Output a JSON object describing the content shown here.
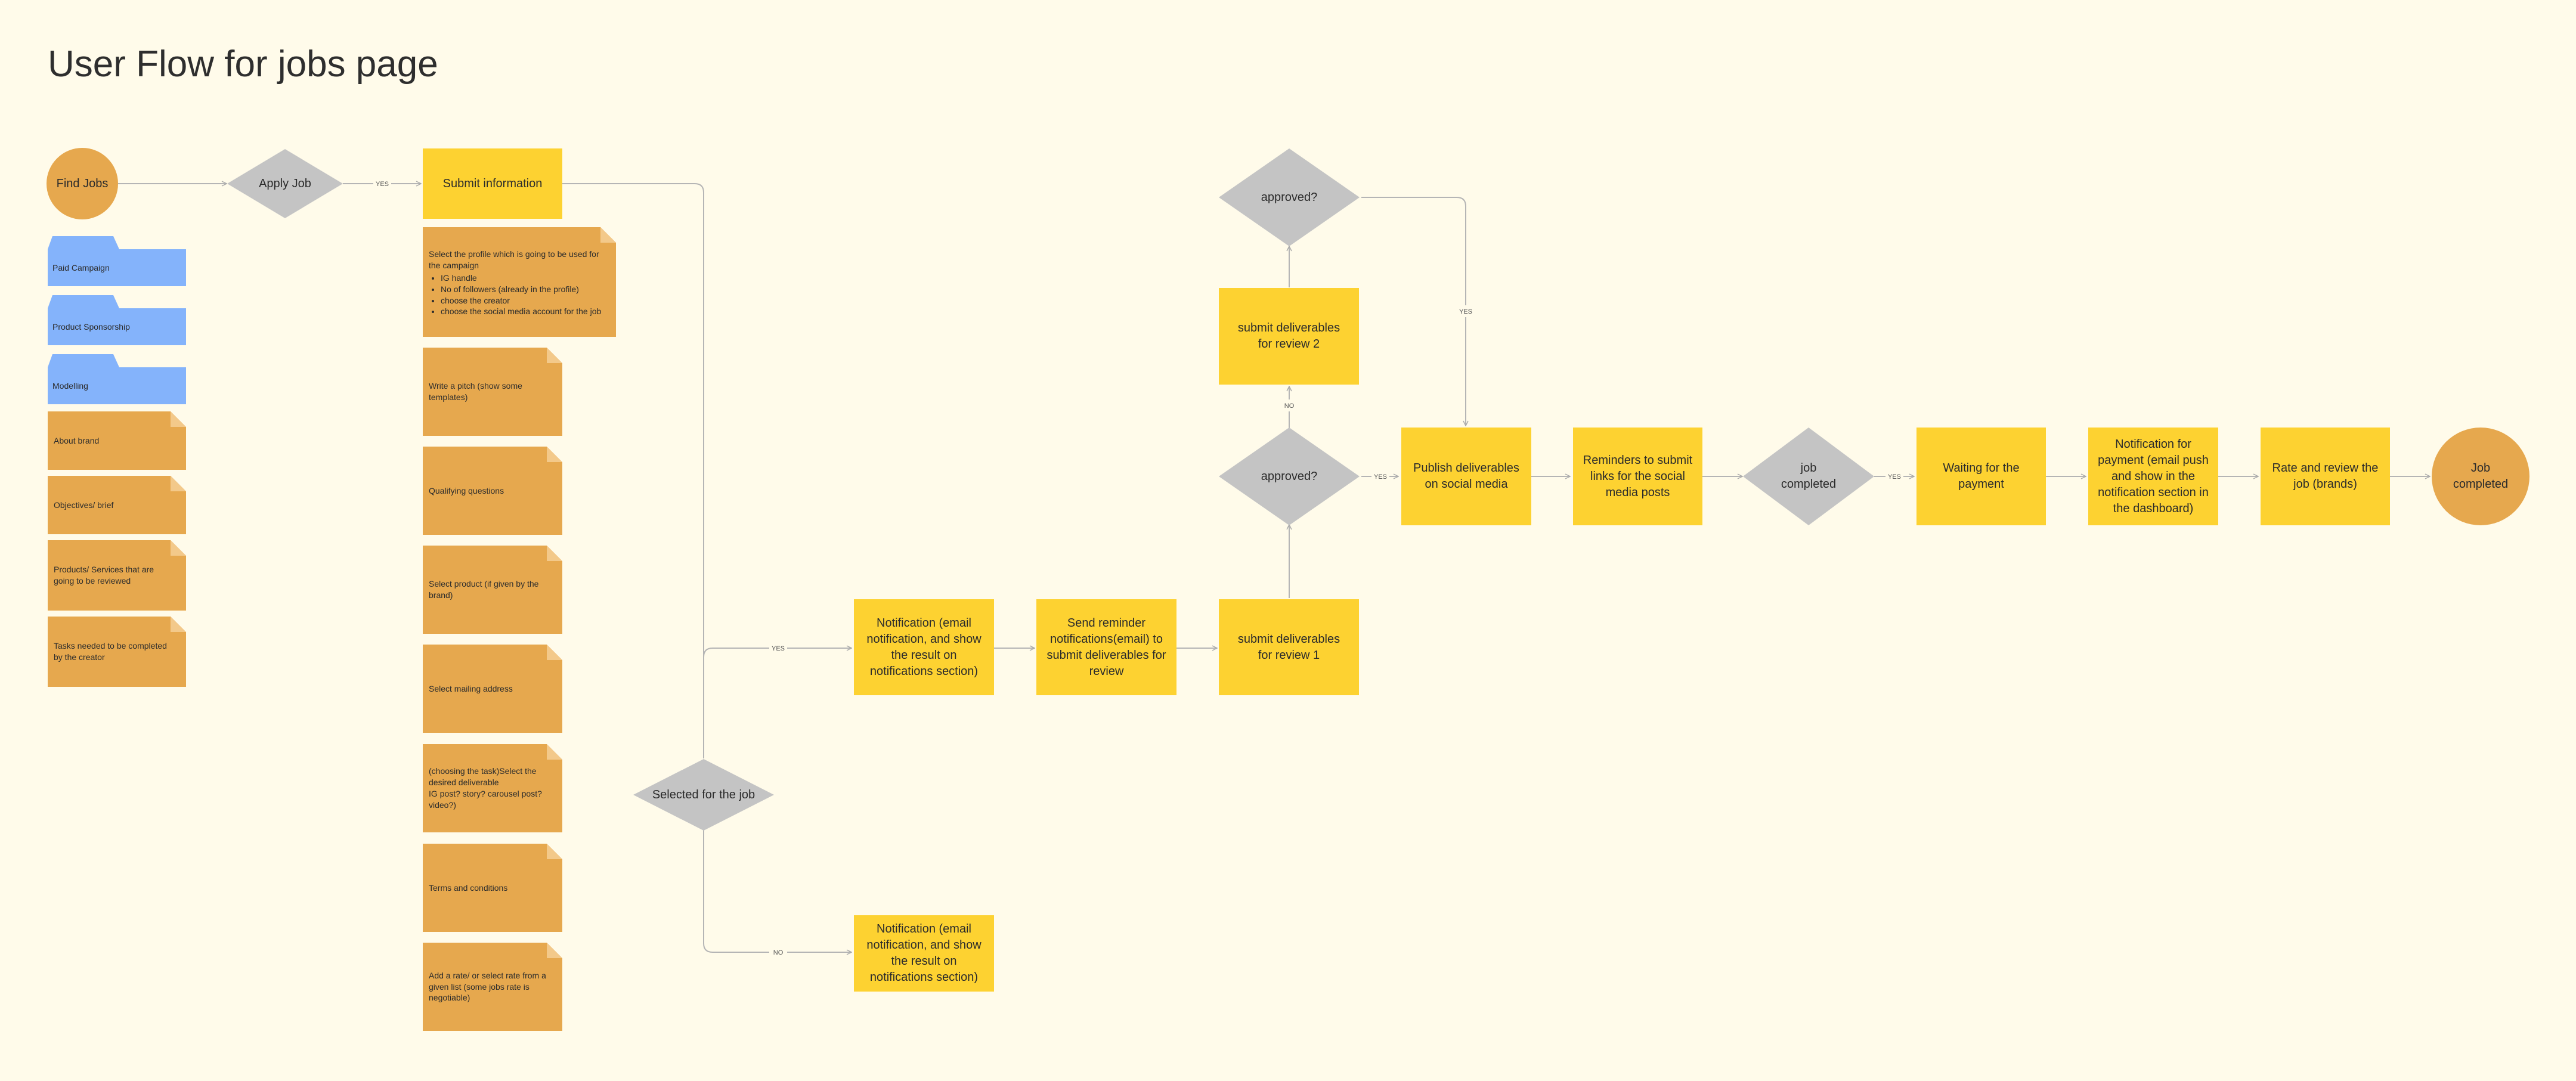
{
  "title": "User Flow for jobs page",
  "nodes": {
    "find_jobs": "Find Jobs",
    "apply_job": "Apply Job",
    "submit_information": "Submit information",
    "selected_for_job": "Selected for the job",
    "notification_yes": "Notification (email notification, and show the result on notifications section)",
    "notification_no": "Notification (email notification, and show the result on notifications section)",
    "send_reminder": "Send reminder notifications(email) to submit deliverables for review",
    "submit_review_1": "submit deliverables for review 1",
    "approved_1": "approved?",
    "submit_review_2": "submit deliverables for review 2",
    "approved_2": "approved?",
    "publish": "Publish deliverables on social media",
    "reminders_links": "Reminders to submit links for the social media posts",
    "job_completed_q": "job completed",
    "waiting_payment": "Waiting for the payment",
    "notification_payment": "Notification for payment (email push and show in the notification section in the dashboard)",
    "rate_review": "Rate and review the job (brands)",
    "job_completed_end": "Job completed"
  },
  "edge_labels": {
    "apply_yes": "YES",
    "selected_yes": "YES",
    "selected_no": "NO",
    "approved1_yes": "YES",
    "approved1_no": "NO",
    "approved2_yes": "YES",
    "completed_yes": "YES"
  },
  "folders": [
    "Paid Campaign",
    "Product Sponsorship",
    "Modelling"
  ],
  "job_notes": [
    "About brand",
    "Objectives/ brief",
    "Products/ Services that are going to be reviewed",
    "Tasks needed to be completed  by the creator"
  ],
  "profile_note": {
    "intro": "Select the profile which is going to be used for the campaign",
    "bullets": [
      "IG handle",
      "No of followers (already in the profile)",
      "choose the creator",
      "choose the social media account for the job"
    ]
  },
  "submit_notes": [
    "Write a pitch (show some templates)",
    "Qualifying questions",
    "Select product (if given by the brand)",
    "Select mailing address",
    "(choosing the task)Select the desired deliverable\nIG post? story? carousel post? video?)",
    "Terms and conditions",
    "Add a rate/ or select rate from a given list (some jobs rate is negotiable)"
  ],
  "colors": {
    "background": "#fffbea",
    "process": "#fdd231",
    "terminal": "#e6a84e",
    "decision": "#c4c4c4",
    "folder": "#84b3fb",
    "note": "#e6a84e",
    "connector": "#b5b5b5"
  }
}
